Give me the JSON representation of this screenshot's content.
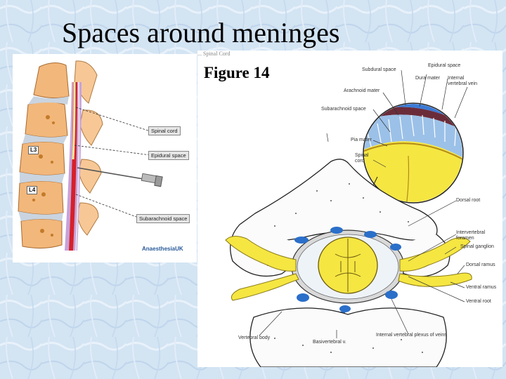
{
  "slide": {
    "title": "Spaces around meninges"
  },
  "left_diagram": {
    "labels": [
      "Spinal cord",
      "Epidural space",
      "Subarachnoid space"
    ],
    "vertebra_labels": [
      "L3",
      "L4"
    ],
    "logo": "AnaesthesiaUK"
  },
  "right_diagram": {
    "cut_caption": "... Spinal Cord",
    "figure_title": "Figure 14",
    "labels": {
      "epidural_space": "Epidural space",
      "subdural_space": "Subdural space",
      "dura_mater": "Dura mater",
      "internal_vertebral_vein": "Internal vertebral vein",
      "arachnoid_mater": "Arachnoid mater",
      "subarachnoid_space": "Subarachnoid space",
      "pia_mater": "Pia mater",
      "spinal_cord": "Spinal cord",
      "dorsal_root": "Dorsal root",
      "intervertebral_foramen": "Intervertebral foramen",
      "spinal_ganglion": "Spinal ganglion",
      "dorsal_ramus": "Dorsal ramus",
      "ventral_ramus": "Ventral ramus",
      "ventral_root": "Ventral root",
      "vertebral_body": "Vertebral body",
      "basivertebral_v": "Basivertebral v.",
      "internal_vertebral_plexus": "Internal vertebral plexus of veins"
    }
  },
  "colors": {
    "background": "#d3e4f3",
    "spinal_cord": "#f5e642",
    "vein": "#2a6fc9",
    "dura": "#6b2c3a",
    "bone": "#f2b77a",
    "epidural_red": "#d6202a"
  }
}
